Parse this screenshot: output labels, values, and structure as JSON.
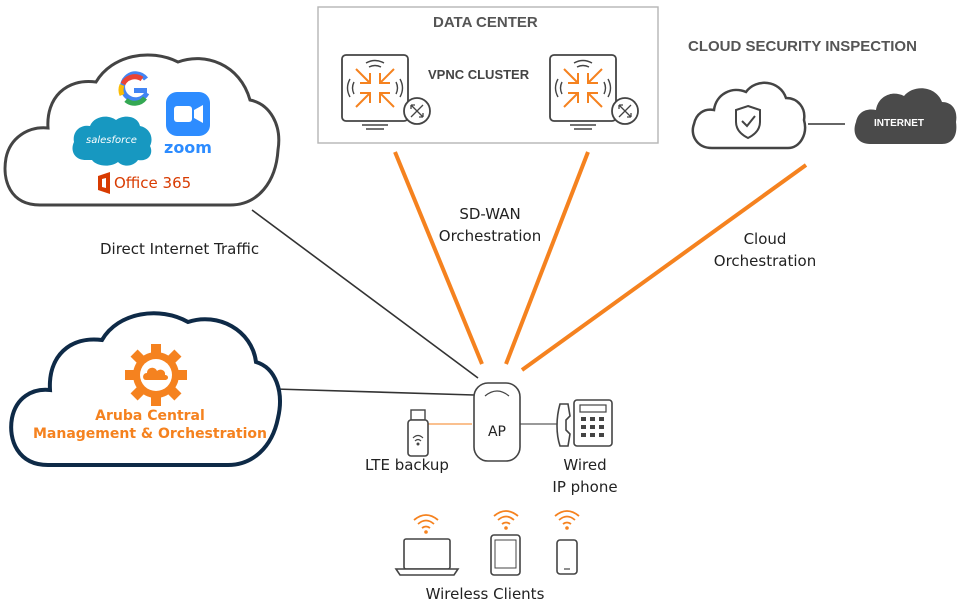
{
  "data_center": {
    "title": "DATA CENTER",
    "cluster_label": "VPNC CLUSTER"
  },
  "cloud_security": {
    "title": "CLOUD SECURITY INSPECTION",
    "internet_label": "INTERNET"
  },
  "saas": {
    "salesforce": "salesforce",
    "zoom": "zoom",
    "office": "Office 365",
    "google": "G"
  },
  "central": {
    "line1": "Aruba Central",
    "line2": "Management & Orchestration"
  },
  "links": {
    "direct_internet": "Direct Internet Traffic",
    "sdwan_line1": "SD-WAN",
    "sdwan_line2": "Orchestration",
    "cloud_line1": "Cloud",
    "cloud_line2": "Orchestration"
  },
  "ap": {
    "label": "AP"
  },
  "lte": {
    "label": "LTE backup"
  },
  "phone": {
    "line1": "Wired",
    "line2": "IP phone"
  },
  "clients": {
    "label": "Wireless Clients"
  },
  "colors": {
    "orange": "#f5821f",
    "navy": "#0e2a47",
    "grey_outline": "#444444",
    "internet_fill": "#4a4a4a",
    "salesforce": "#1798c1",
    "zoom": "#2d8cff",
    "office": "#d83b01"
  }
}
